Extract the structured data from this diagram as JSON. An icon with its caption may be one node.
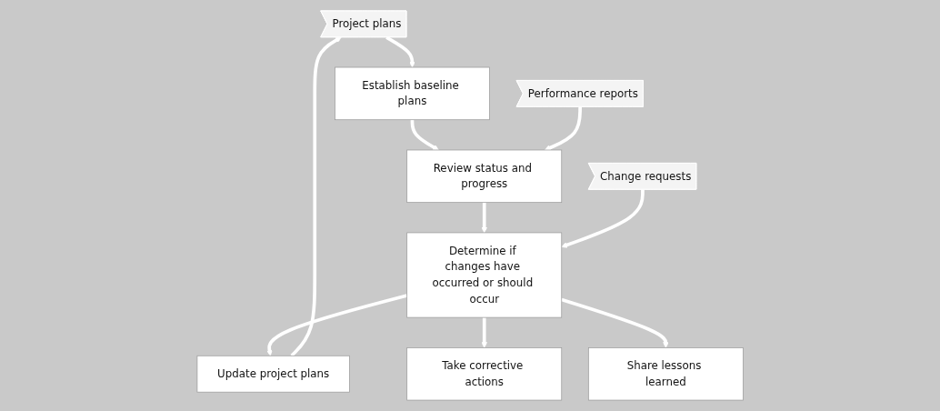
{
  "diagram": {
    "nodes": [
      {
        "text": [
          "Project plans"
        ]
      },
      {
        "text": [
          "Establish baseline plans"
        ]
      },
      {
        "text": [
          "Performance reports"
        ]
      },
      {
        "text": [
          "Review status and progress"
        ]
      },
      {
        "text": [
          "Change requests"
        ]
      },
      {
        "text": [
          "Determine if changes have occurred or should occur"
        ]
      },
      {
        "text": [
          "Update project plans"
        ]
      },
      {
        "text": [
          "Take corrective actions"
        ]
      },
      {
        "text": [
          "Share lessons learned"
        ]
      }
    ],
    "edges": [
      {
        "from": 0,
        "to": 1,
        "arrow": "to"
      },
      {
        "from": 1,
        "to": 3,
        "arrow": "to"
      },
      {
        "from": 2,
        "to": 3,
        "arrow": "to"
      },
      {
        "from": 3,
        "to": 5,
        "arrow": "to"
      },
      {
        "from": 4,
        "to": 5,
        "arrow": "to"
      },
      {
        "from": 5,
        "to": 6,
        "arrow": "to"
      },
      {
        "from": 5,
        "to": 7,
        "arrow": "to"
      },
      {
        "from": 5,
        "to": 8,
        "arrow": "to"
      },
      {
        "from": 6,
        "to": 0,
        "arrow": "to"
      }
    ]
  }
}
